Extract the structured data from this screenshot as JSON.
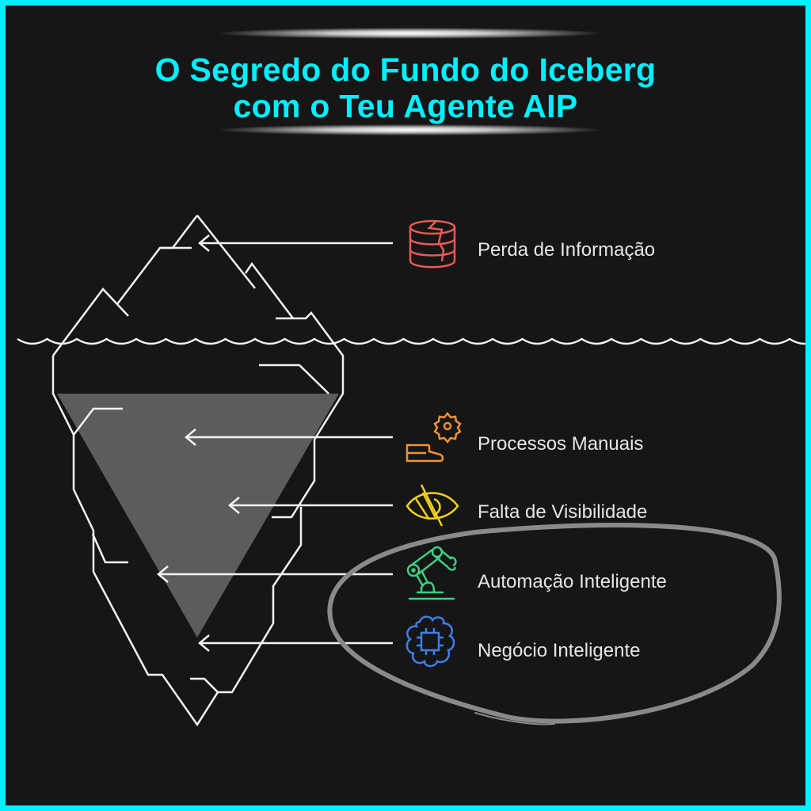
{
  "title": {
    "line1": "O Segredo do Fundo do Iceberg",
    "line2": "com o Teu Agente AIP"
  },
  "items": [
    {
      "label": "Perda de Informação",
      "icon": "cracked-database-icon",
      "color": "#e85a55"
    },
    {
      "label": "Processos Manuais",
      "icon": "hand-gear-icon",
      "color": "#f0922e"
    },
    {
      "label": "Falta de Visibilidade",
      "icon": "eye-slash-icon",
      "color": "#f2d21b"
    },
    {
      "label": "Automação Inteligente",
      "icon": "robot-arm-icon",
      "color": "#3ecf83"
    },
    {
      "label": "Negócio Inteligente",
      "icon": "brain-chip-icon",
      "color": "#3f7fea"
    }
  ],
  "colors": {
    "accent": "#00f0ff",
    "background": "#161616",
    "lines": "#f2f2f2",
    "highlight": "#8a8a8a"
  }
}
